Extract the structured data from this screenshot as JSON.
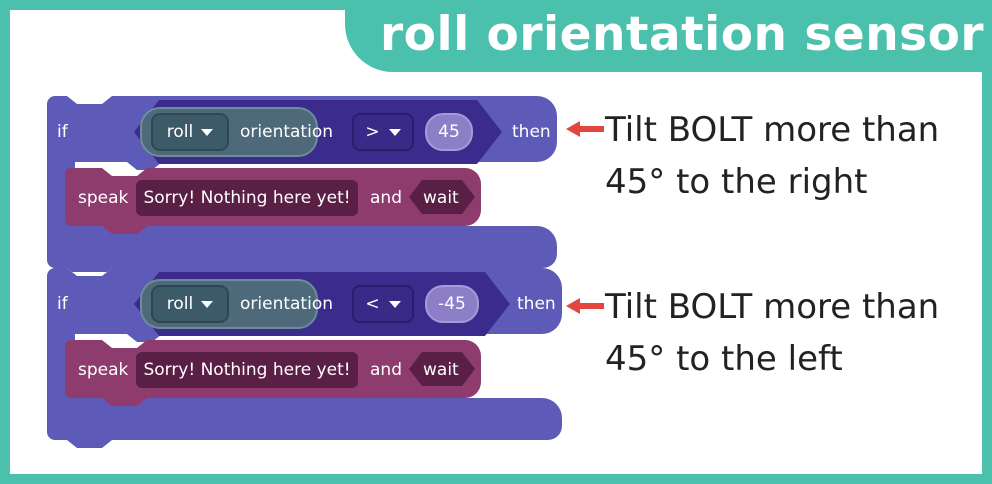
{
  "title": "roll orientation sensor",
  "blocks": [
    {
      "if_label": "if",
      "axis": "roll",
      "sensor_label": "orientation",
      "operator": ">",
      "value": "45",
      "then_label": "then",
      "speak_label": "speak",
      "message": "Sorry! Nothing here yet!",
      "and_label": "and",
      "wait_label": "wait",
      "note_line1": "Tilt BOLT more than",
      "note_line2": "45° to the right"
    },
    {
      "if_label": "if",
      "axis": "roll",
      "sensor_label": "orientation",
      "operator": "<",
      "value": "-45",
      "then_label": "then",
      "speak_label": "speak",
      "message": "Sorry! Nothing here yet!",
      "and_label": "and",
      "wait_label": "wait",
      "note_line1": "Tilt BOLT more than",
      "note_line2": "45° to the left"
    }
  ],
  "colors": {
    "background": "#4bc0ac",
    "control_block": "#5e5bb8",
    "condition_block": "#3b2b8c",
    "speak_block": "#8e3c6e",
    "arrow": "#e2463e"
  }
}
